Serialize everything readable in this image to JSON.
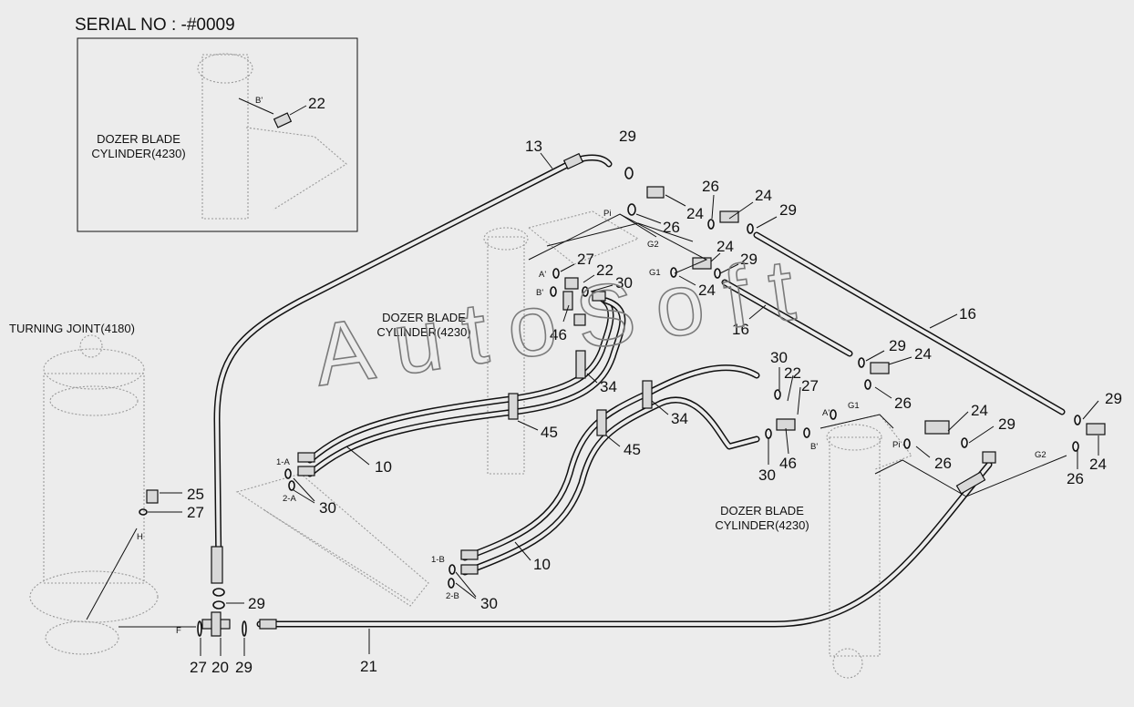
{
  "serial": "SERIAL NO : -#0009",
  "watermark": "AutoSoft",
  "labels": {
    "dozer_inset": [
      "DOZER BLADE",
      "CYLINDER(4230)"
    ],
    "dozer_mid": [
      "DOZER BLADE",
      "CYLINDER(4230)"
    ],
    "dozer_right": [
      "DOZER BLADE",
      "CYLINDER(4230)"
    ],
    "turning_joint": "TURNING JOINT(4180)"
  },
  "ports": {
    "b_prime_inset": "B'",
    "pi_top": "Pi",
    "g2_top": "G2",
    "g1_top": "G1",
    "a_prime_top": "A'",
    "b_prime_top": "B'",
    "one_a": "1-A",
    "two_a": "2-A",
    "one_b": "1-B",
    "two_b": "2-B",
    "h": "H",
    "f": "F",
    "a_prime_right": "A'",
    "b_prime_right": "B'",
    "g1_right": "G1",
    "pi_right": "Pi",
    "g2_right": "G2"
  },
  "parts": {
    "p22_inset": "22",
    "p13": "13",
    "p29_a": "29",
    "p24_a": "24",
    "p26_a": "26",
    "p26_b": "26",
    "p24_b": "24",
    "p29_b": "29",
    "p24_c": "24",
    "p29_c": "29",
    "p24_d": "24",
    "p27_a": "27",
    "p22_a": "22",
    "p30_a": "30",
    "p46_a": "46",
    "p16_a": "16",
    "p16_b": "16",
    "p29_d": "29",
    "p24_e": "24",
    "p26_c": "26",
    "p30_b": "30",
    "p22_b": "22",
    "p27_b": "27",
    "p34_a": "34",
    "p34_b": "34",
    "p45_a": "45",
    "p45_b": "45",
    "p10_a": "10",
    "p10_b": "10",
    "p30_c": "30",
    "p30_d": "30",
    "p46_b": "46",
    "p30_e": "30",
    "p24_f": "24",
    "p29_e": "29",
    "p26_d": "26",
    "p29_f": "29",
    "p24_g": "24",
    "p26_e": "26",
    "p25": "25",
    "p27_c": "27",
    "p29_g": "29",
    "p27_d": "27",
    "p20": "20",
    "p29_h": "29",
    "p21": "21"
  }
}
